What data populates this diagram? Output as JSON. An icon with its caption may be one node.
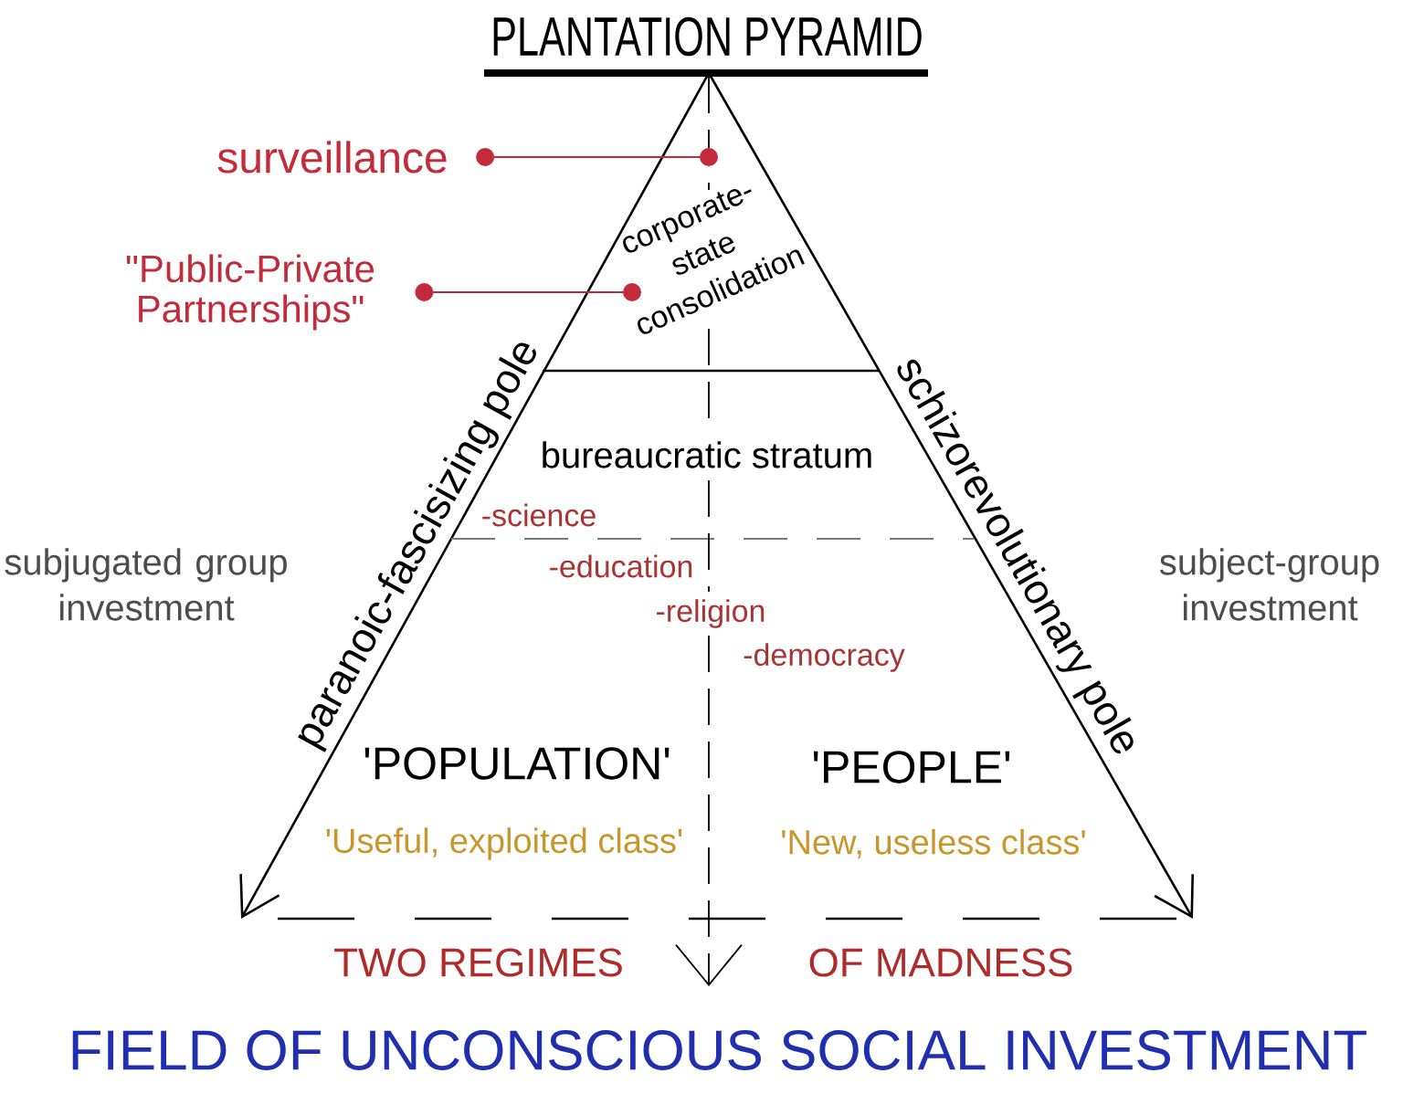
{
  "diagram": {
    "title": "PLANTATION PYRAMID",
    "caption": "FIELD OF UNCONSCIOUS SOCIAL INVESTMENT",
    "nodes": [
      {
        "text": [
          "surveillance"
        ]
      },
      {
        "text": [
          "\"Public-Private Partnerships\""
        ]
      },
      {
        "text": [
          "corporate-state consolidation"
        ]
      }
    ],
    "edges": [
      {
        "from": 0,
        "to": 2,
        "arrow": "other"
      },
      {
        "from": 1,
        "to": 2,
        "arrow": "other"
      }
    ],
    "labels": [
      "paranoic-fascisizing pole",
      "schizorevolutionary pole",
      "bureaucratic stratum",
      "-science",
      "subjugated group investment",
      "subject-group investment",
      "-education",
      "-religion",
      "-democracy",
      "'POPULATION'",
      "'PEOPLE'",
      "'Useful, exploited class'",
      "'New, useless class'",
      "TWO REGIMES",
      "OF MADNESS"
    ]
  }
}
